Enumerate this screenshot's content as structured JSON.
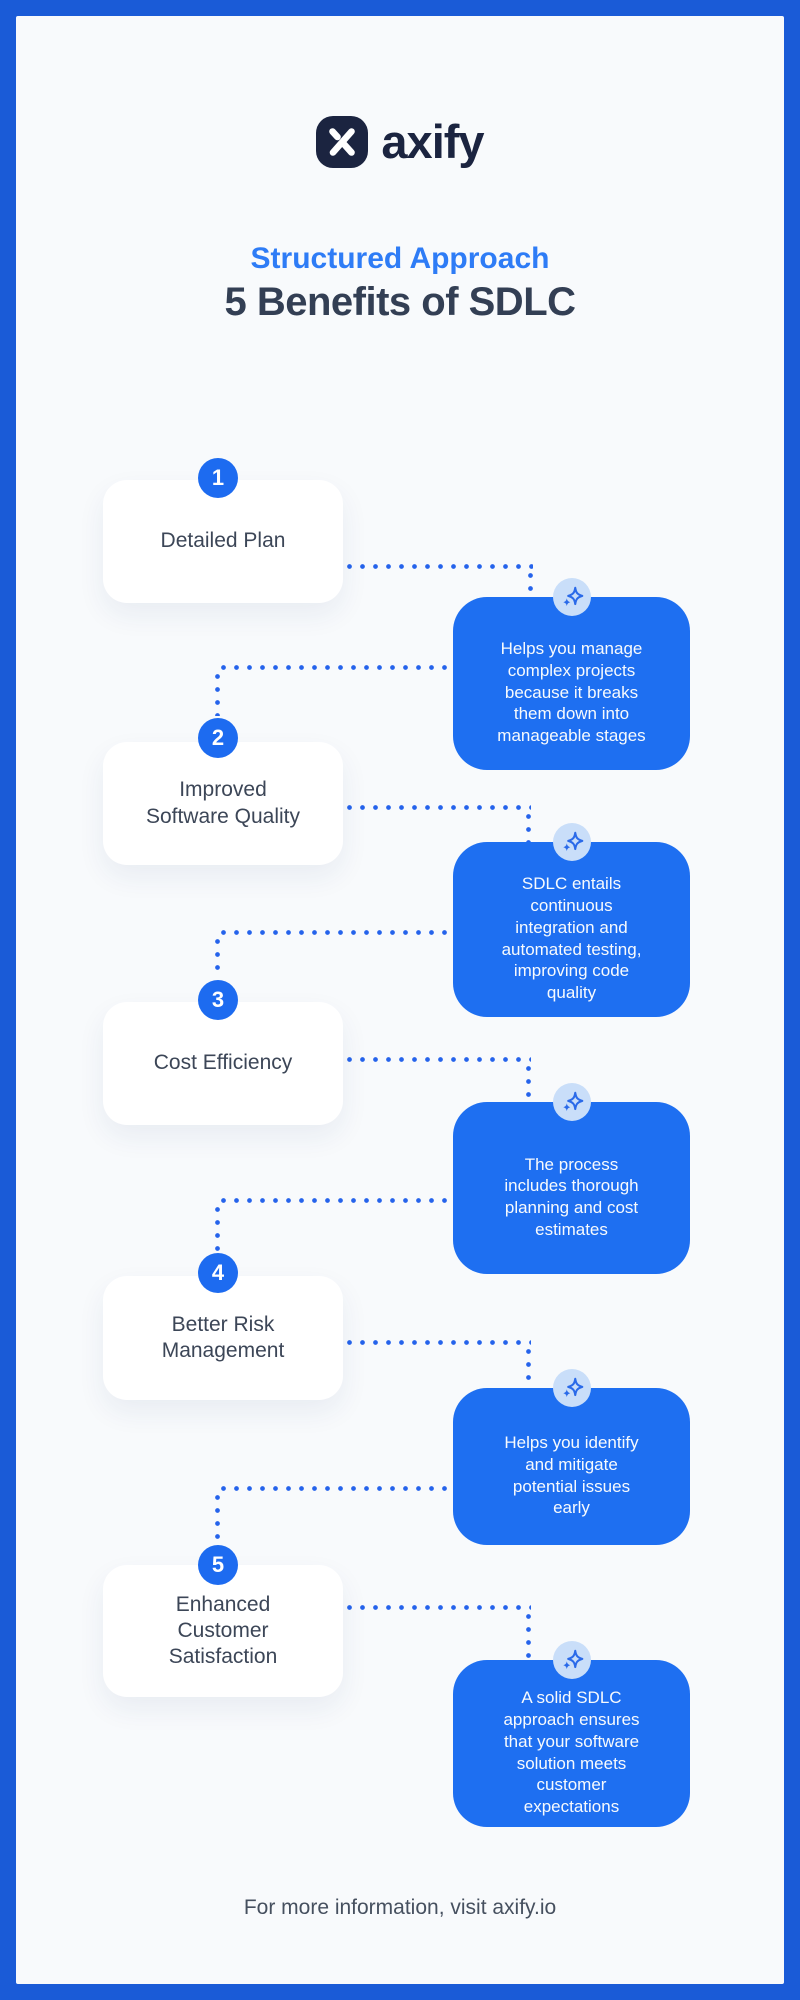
{
  "header": {
    "logo_text": "axify",
    "subtitle": "Structured Approach",
    "title": "5 Benefits of SDLC"
  },
  "benefits": [
    {
      "number": "1",
      "title": "Detailed Plan",
      "description": "Helps you manage\ncomplex projects\nbecause it breaks\nthem down into\nmanageable stages"
    },
    {
      "number": "2",
      "title": "Improved\nSoftware Quality",
      "description": "SDLC entails\ncontinuous\nintegration and\nautomated testing,\nimproving code\nquality"
    },
    {
      "number": "3",
      "title": "Cost Efficiency",
      "description": "The process\nincludes thorough\nplanning and cost\nestimates"
    },
    {
      "number": "4",
      "title": "Better Risk\nManagement",
      "description": "Helps you identify\nand mitigate\npotential issues\nearly"
    },
    {
      "number": "5",
      "title": "Enhanced\nCustomer\nSatisfaction",
      "description": "A solid SDLC\napproach ensures\nthat your software\nsolution meets\ncustomer\nexpectations"
    }
  ],
  "footer": {
    "note": "For more information, visit axify.io"
  },
  "icons": {
    "logo_icon": "axify-x-mark",
    "callout_icon": "sparkles-icon"
  },
  "colors": {
    "frame_border": "#1a5bd7",
    "page_background": "#f8fafc",
    "callout_blue": "#1e6ff1",
    "badge_blue": "#1d6bf0",
    "dotted_line": "#2563eb",
    "subtitle_blue": "#2e7cf6",
    "title_dark": "#333f54",
    "logo_navy": "#1b2440",
    "sparkle_circle": "#c9def9",
    "card_white": "#ffffff"
  }
}
